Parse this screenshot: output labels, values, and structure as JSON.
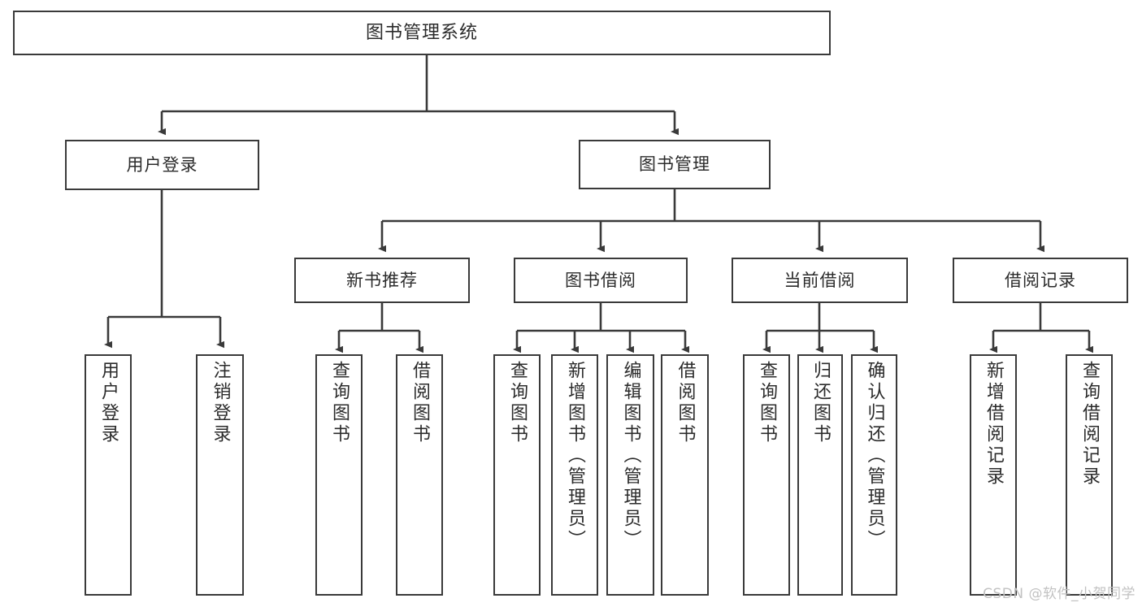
{
  "diagram": {
    "title": "图书管理系统",
    "type": "hierarchy-tree",
    "orientation": "top-down",
    "colors": {
      "box_border": "#3a3a3a",
      "box_fill": "#ffffff",
      "connector": "#3a3a3a",
      "text": "#2b2b2b",
      "watermark": "#c2c2c2"
    },
    "nodes": {
      "root": {
        "label": "图书管理系统"
      },
      "level1": [
        {
          "id": "user-login",
          "label": "用户登录"
        },
        {
          "id": "book-management",
          "label": "图书管理"
        }
      ],
      "level2": [
        {
          "id": "new-book-recommend",
          "label": "新书推荐"
        },
        {
          "id": "book-borrow",
          "label": "图书借阅"
        },
        {
          "id": "current-borrow",
          "label": "当前借阅"
        },
        {
          "id": "borrow-record",
          "label": "借阅记录"
        }
      ],
      "leaves": {
        "user-login": [
          {
            "id": "leaf-user-login",
            "label": "用户登录"
          },
          {
            "id": "leaf-logout-login",
            "label": "注销登录"
          }
        ],
        "new-book-recommend": [
          {
            "id": "leaf-query-book-1",
            "label": "查询图书"
          },
          {
            "id": "leaf-borrow-book-1",
            "label": "借阅图书"
          }
        ],
        "book-borrow": [
          {
            "id": "leaf-query-book-2",
            "label": "查询图书"
          },
          {
            "id": "leaf-add-book-admin",
            "label": "新增图书（管理员）"
          },
          {
            "id": "leaf-edit-book-admin",
            "label": "编辑图书（管理员）"
          },
          {
            "id": "leaf-borrow-book-2",
            "label": "借阅图书"
          }
        ],
        "current-borrow": [
          {
            "id": "leaf-query-book-3",
            "label": "查询图书"
          },
          {
            "id": "leaf-return-book",
            "label": "归还图书"
          },
          {
            "id": "leaf-confirm-return-admin",
            "label": "确认归还（管理员）"
          }
        ],
        "borrow-record": [
          {
            "id": "leaf-add-borrow-record",
            "label": "新增借阅记录"
          },
          {
            "id": "leaf-query-borrow-record",
            "label": "查询借阅记录"
          }
        ]
      }
    },
    "watermark": "CSDN @软件_小贺同学"
  }
}
